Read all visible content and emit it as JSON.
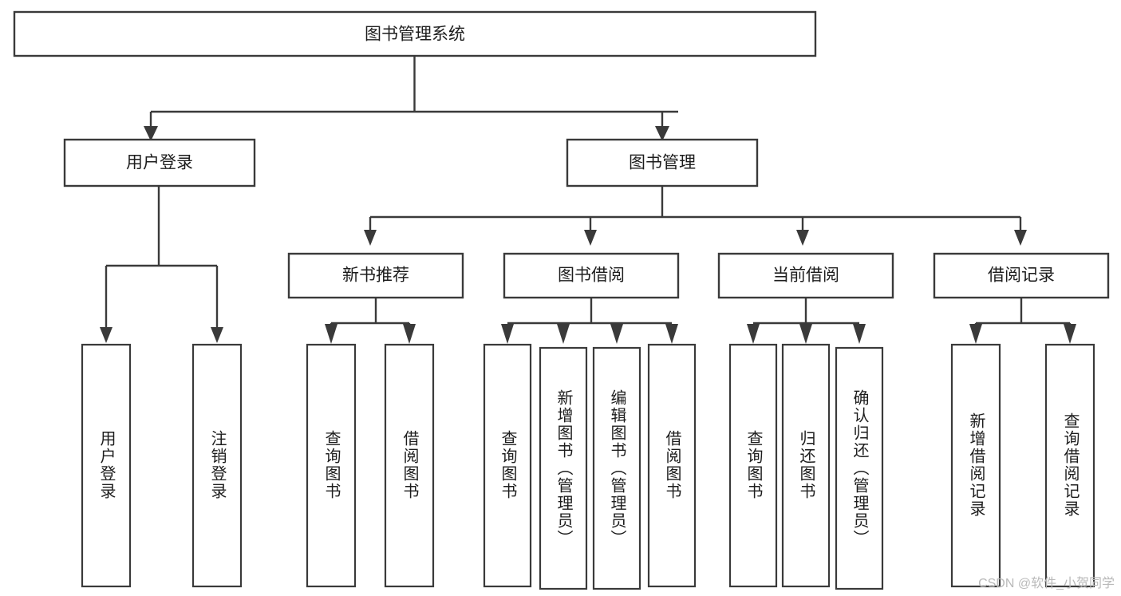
{
  "diagram": {
    "type": "tree-hierarchy-chart",
    "title": "图书管理系统",
    "orientation": "top-down",
    "stroke_color": "#3a3a3a",
    "fill_color": "#ffffff",
    "text_color": "#1d1d1d",
    "root": {
      "id": "root",
      "label": "图书管理系统",
      "level": 0
    },
    "level1": [
      {
        "id": "user-login",
        "label": "用户登录",
        "level": 1
      },
      {
        "id": "book-manage",
        "label": "图书管理",
        "level": 1
      }
    ],
    "level2": [
      {
        "id": "new-book-rec",
        "label": "新书推荐",
        "level": 2,
        "parent": "book-manage"
      },
      {
        "id": "book-borrow",
        "label": "图书借阅",
        "level": 2,
        "parent": "book-manage"
      },
      {
        "id": "current-borrow",
        "label": "当前借阅",
        "level": 2,
        "parent": "book-manage"
      },
      {
        "id": "borrow-record",
        "label": "借阅记录",
        "level": 2,
        "parent": "book-manage"
      }
    ],
    "leaves": [
      {
        "id": "leaf-user-login",
        "label": "用户登录",
        "parent": "user-login"
      },
      {
        "id": "leaf-logout",
        "label": "注销登录",
        "parent": "user-login"
      },
      {
        "id": "leaf-query-book-1",
        "label": "查询图书",
        "parent": "new-book-rec"
      },
      {
        "id": "leaf-borrow-book-1",
        "label": "借阅图书",
        "parent": "new-book-rec"
      },
      {
        "id": "leaf-query-book-2",
        "label": "查询图书",
        "parent": "book-borrow"
      },
      {
        "id": "leaf-add-book",
        "label": "新增图书（管理员）",
        "parent": "book-borrow"
      },
      {
        "id": "leaf-edit-book",
        "label": "编辑图书（管理员）",
        "parent": "book-borrow"
      },
      {
        "id": "leaf-borrow-book-2",
        "label": "借阅图书",
        "parent": "book-borrow"
      },
      {
        "id": "leaf-query-book-3",
        "label": "查询图书",
        "parent": "current-borrow"
      },
      {
        "id": "leaf-return-book",
        "label": "归还图书",
        "parent": "current-borrow"
      },
      {
        "id": "leaf-confirm-return",
        "label": "确认归还（管理员）",
        "parent": "current-borrow"
      },
      {
        "id": "leaf-add-record",
        "label": "新增借阅记录",
        "parent": "borrow-record"
      },
      {
        "id": "leaf-query-record",
        "label": "查询借阅记录",
        "parent": "borrow-record"
      }
    ]
  },
  "watermark": {
    "text": "CSDN @软件_小贺同学"
  }
}
